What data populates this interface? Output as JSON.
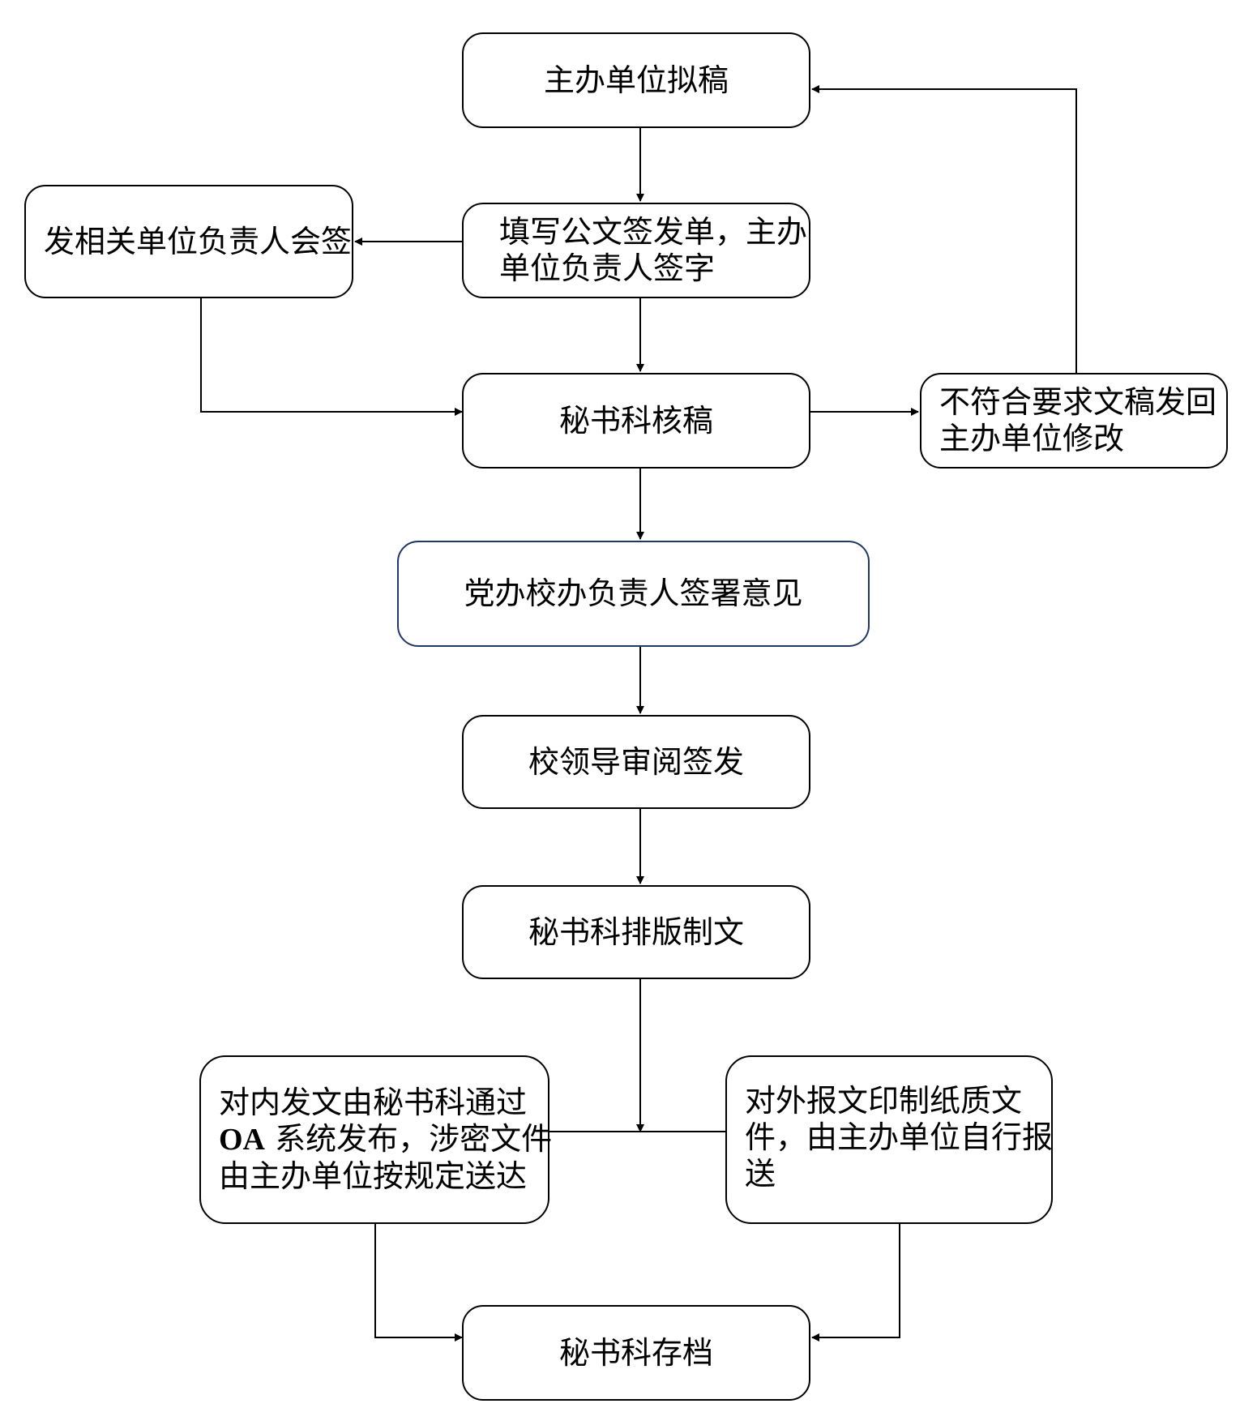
{
  "nodes": {
    "draft": "主办单位拟稿",
    "fill_form_line1": "填写公文签发单，主办",
    "fill_form_line2": "单位负责人签字",
    "cosign": "发相关单位负责人会签",
    "review": "秘书科核稿",
    "return_line1": "不符合要求文稿发回",
    "return_line2": "主办单位修改",
    "office_opinion": "党办校办负责人签署意见",
    "leader_sign": "校领导审阅签发",
    "typeset": "秘书科排版制文",
    "internal_line1": "对内发文由秘书科通过",
    "internal_line2_prefix": "OA",
    "internal_line2_rest": " 系统发布，涉密文件",
    "internal_line3": "由主办单位按规定送达",
    "external_line1": "对外报文印制纸质文",
    "external_line2": "件，由主办单位自行报",
    "external_line3": "送",
    "archive": "秘书科存档"
  }
}
